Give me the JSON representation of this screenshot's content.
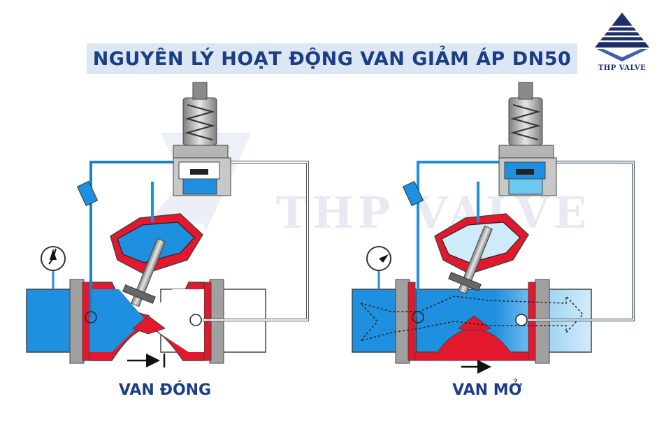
{
  "title": "NGUYÊN LÝ HOẠT ĐỘNG VAN GIẢM ÁP DN50",
  "logo": {
    "text": "THP VALVE",
    "brand_color": "#1d2f6b"
  },
  "watermark": "THP VALVE",
  "captions": {
    "closed": "VAN ĐÓNG",
    "open": "VAN MỞ"
  },
  "colors": {
    "title_bg": "#dde6f3",
    "title_text": "#1a3f84",
    "valve_body": "#e3182d",
    "high_pressure_water": "#1f8fe0",
    "low_pressure_water": "#cfeaf8",
    "pipe_flange": "#9a9a9a",
    "pilot_line": "#1f8fe0"
  }
}
